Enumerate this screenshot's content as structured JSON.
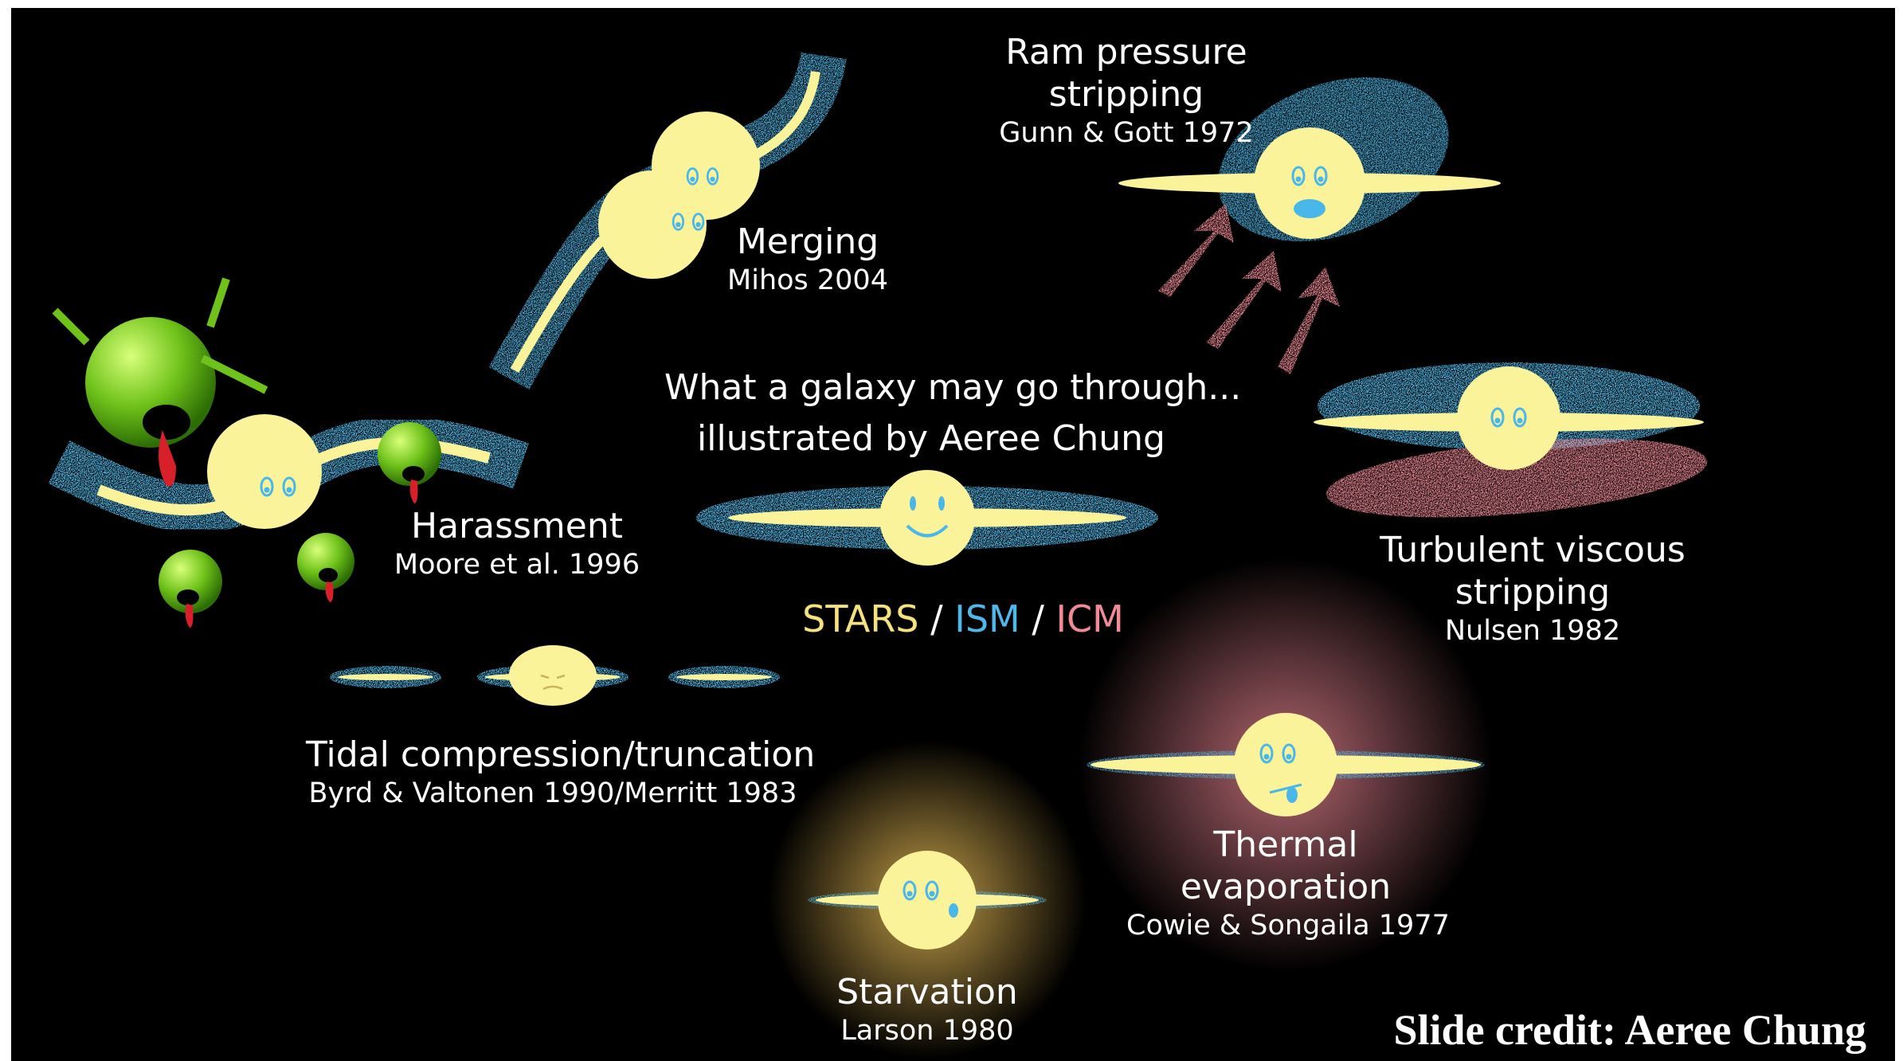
{
  "title": {
    "line1": "What a galaxy may go through...",
    "line2": "illustrated by Aeree Chung"
  },
  "legend": {
    "stars": "STARS",
    "ism": "ISM",
    "icm": "ICM",
    "separator": " / ",
    "colors": {
      "stars": "#f5e27a",
      "ism": "#4fb8e8",
      "icm": "#f08a96"
    }
  },
  "processes": {
    "ram_pressure": {
      "name_line1": "Ram pressure",
      "name_line2": "stripping",
      "citation": "Gunn & Gott 1972"
    },
    "merging": {
      "name": "Merging",
      "citation": "Mihos 2004"
    },
    "harassment": {
      "name": "Harassment",
      "citation": "Moore et al. 1996"
    },
    "turbulent": {
      "name_line1": "Turbulent viscous",
      "name_line2": "stripping",
      "citation": "Nulsen 1982"
    },
    "tidal": {
      "name": "Tidal compression/truncation",
      "citation": "Byrd & Valtonen 1990/Merritt 1983"
    },
    "thermal": {
      "name_line1": "Thermal",
      "name_line2": "evaporation",
      "citation": "Cowie & Songaila 1977"
    },
    "starvation": {
      "name": "Starvation",
      "citation": "Larson 1980"
    }
  },
  "credit": "Slide credit: Aeree Chung",
  "colors": {
    "background": "#000000",
    "galaxy_body": "#faf39a",
    "harasser": "#6fc21a",
    "tongue": "#d8202a"
  }
}
